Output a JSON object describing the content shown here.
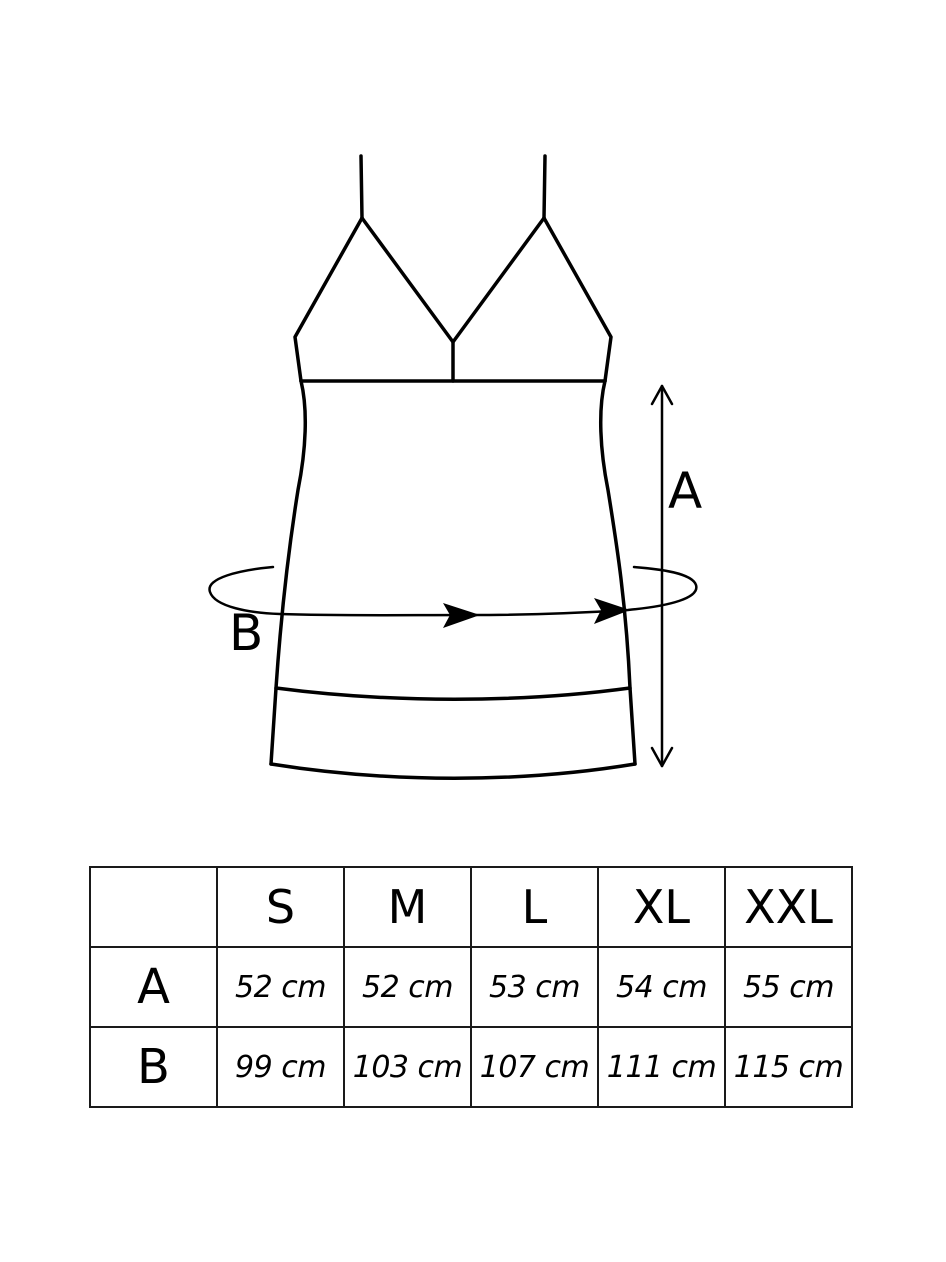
{
  "diagram": {
    "label_a": "A",
    "label_b": "B"
  },
  "table": {
    "sizes": [
      "S",
      "M",
      "L",
      "XL",
      "XXL"
    ],
    "rows": [
      {
        "label": "A",
        "values": [
          "52 cm",
          "52 cm",
          "53 cm",
          "54 cm",
          "55 cm"
        ]
      },
      {
        "label": "B",
        "values": [
          "99 cm",
          "103 cm",
          "107 cm",
          "111 cm",
          "115 cm"
        ]
      }
    ]
  }
}
